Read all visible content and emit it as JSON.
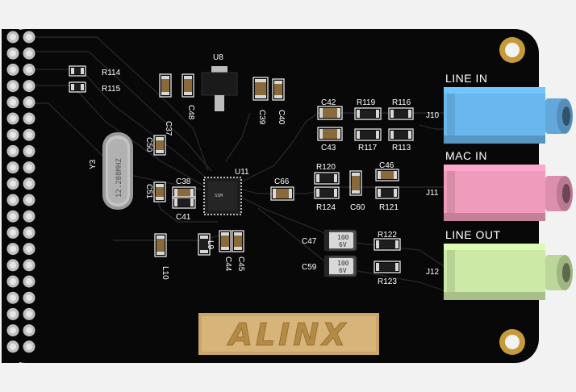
{
  "board": {
    "logo": "ALINX",
    "jacks": [
      {
        "ref": "J10",
        "label": "LINE IN",
        "color": "#6ab7ee"
      },
      {
        "ref": "J11",
        "label": "MAC IN",
        "color": "#ef9bbb"
      },
      {
        "ref": "J12",
        "label": "LINE OUT",
        "color": "#cde9a6"
      }
    ],
    "refs": {
      "R114": "R114",
      "R115": "R115",
      "U8": "U8",
      "C37": "C37",
      "C48": "C48",
      "C39": "C39",
      "C40": "C40",
      "Y3": "Y3",
      "C50": "C50",
      "C51": "C51",
      "C38": "C38",
      "C41": "C41",
      "U11": "U11",
      "C66": "C66",
      "L10": "L10",
      "L9": "L9",
      "C44": "C44",
      "C45": "C45",
      "C42": "C42",
      "C43": "C43",
      "R119": "R119",
      "R117": "R117",
      "R116": "R116",
      "R113": "R113",
      "R120": "R120",
      "R124": "R124",
      "C60": "C60",
      "C46": "C46",
      "R121": "R121",
      "C47": "C47",
      "C59": "C59",
      "R122": "R122",
      "R123": "R123"
    },
    "crystal_marking": "12.288MHZ",
    "cap_marking": "100",
    "cap_voltage": "6V",
    "codec_marking": "SSM"
  }
}
